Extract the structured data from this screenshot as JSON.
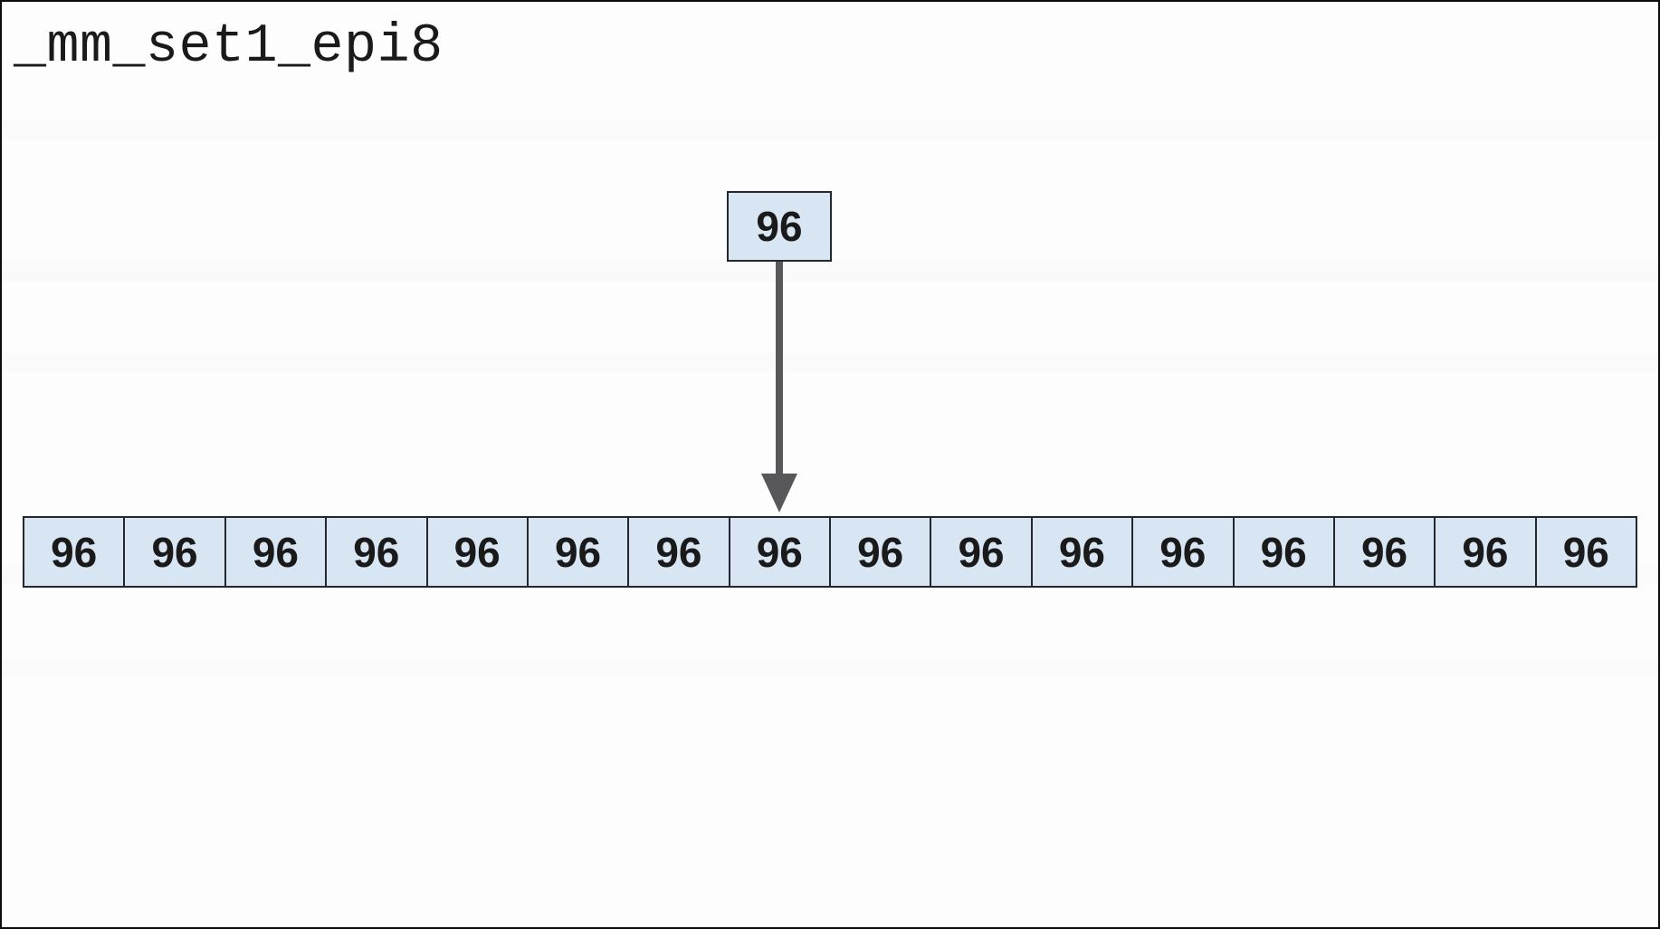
{
  "title": "_mm_set1_epi8",
  "scalar": {
    "value": "96"
  },
  "register": {
    "lane_count": 16,
    "lanes": [
      "96",
      "96",
      "96",
      "96",
      "96",
      "96",
      "96",
      "96",
      "96",
      "96",
      "96",
      "96",
      "96",
      "96",
      "96",
      "96"
    ]
  },
  "arrow": {
    "direction": "down",
    "meaning": "broadcast scalar to all lanes"
  },
  "icons": {
    "broadcast_arrow": "↓"
  },
  "colors": {
    "background": "#fdfdfd",
    "cell_fill": "#d8e5f3",
    "cell_border": "#23272e",
    "arrow": "#58585a",
    "text": "#1a1a1a"
  }
}
